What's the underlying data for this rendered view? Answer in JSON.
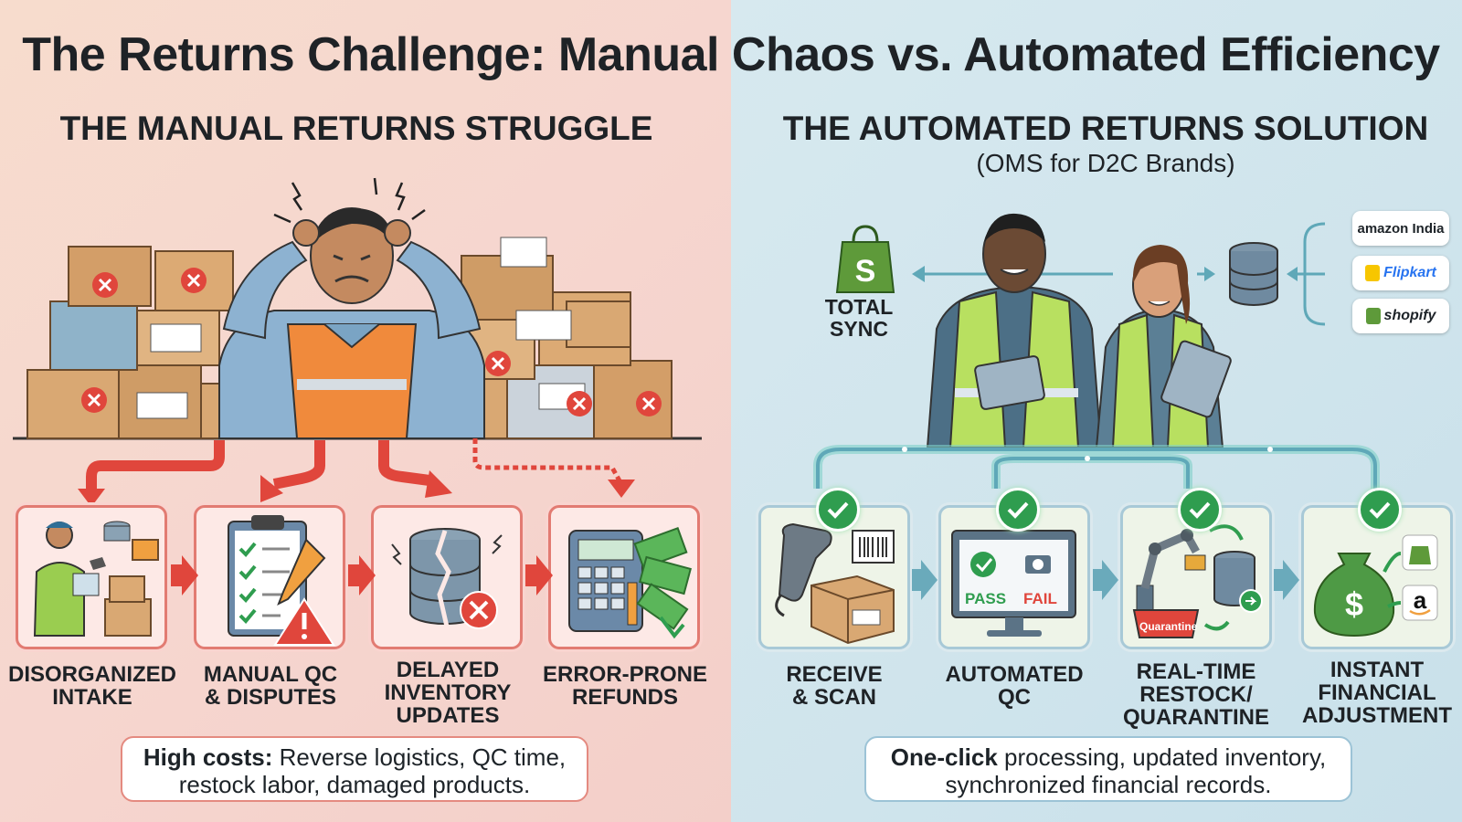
{
  "title": "The Returns Challenge: Manual Chaos vs. Automated Efficiency",
  "left": {
    "heading": "THE MANUAL RETURNS STRUGGLE",
    "steps": [
      {
        "label": "DISORGANIZED\nINTAKE",
        "icon": "worker-scanner-icon"
      },
      {
        "label": "MANUAL QC\n& DISPUTES",
        "icon": "clipboard-warning-icon"
      },
      {
        "label": "DELAYED\nINVENTORY\nUPDATES",
        "icon": "broken-database-icon"
      },
      {
        "label": "ERROR-PRONE\nREFUNDS",
        "icon": "calculator-cash-icon"
      }
    ],
    "summary_bold": "High costs:",
    "summary_text": " Reverse logistics, QC time, restock labor, damaged products.",
    "colors": {
      "accent": "#e0463c",
      "card_border": "#e27b72"
    }
  },
  "right": {
    "heading": "THE AUTOMATED RETURNS SOLUTION",
    "subheading": "(OMS for D2C Brands)",
    "sync_label": "TOTAL\nSYNC",
    "marketplaces": [
      "amazon India",
      "Flipkart",
      "shopify"
    ],
    "steps": [
      {
        "label": "RECEIVE\n& SCAN",
        "icon": "barcode-scanner-icon"
      },
      {
        "label": "AUTOMATED\nQC",
        "icon": "monitor-pass-fail-icon",
        "pass": "PASS",
        "fail": "FAIL"
      },
      {
        "label": "REAL-TIME\nRESTOCK/\nQUARANTINE",
        "icon": "robot-arm-icon",
        "bin": "Quarantine"
      },
      {
        "label": "INSTANT\nFINANCIAL\nADJUSTMENT",
        "icon": "money-bag-icon"
      }
    ],
    "summary_bold": "One-click",
    "summary_text": " processing, updated inventory, synchronized financial records.",
    "colors": {
      "accent": "#2f9d4f",
      "flow": "#5fa8b8"
    }
  }
}
